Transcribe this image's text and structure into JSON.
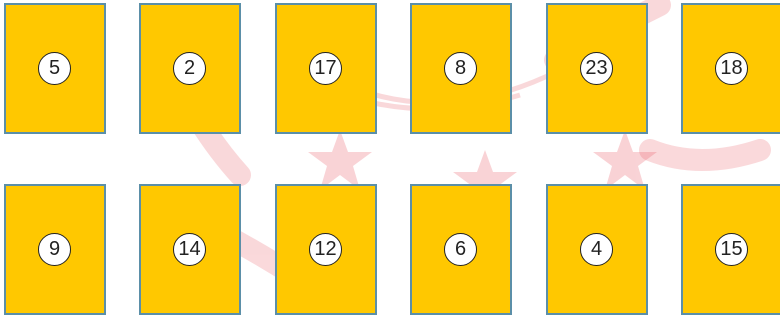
{
  "colors": {
    "card_fill": "#FFC800",
    "card_border": "#5B8FA8",
    "badge_fill": "#FFFFFF",
    "badge_text": "#222222",
    "watermark": "#E8505B"
  },
  "watermark": {
    "icon": "red-seal-watermark-icon"
  },
  "rows": [
    {
      "cards": [
        {
          "number": "5"
        },
        {
          "number": "2"
        },
        {
          "number": "17"
        },
        {
          "number": "8"
        },
        {
          "number": "23"
        },
        {
          "number": "18"
        }
      ]
    },
    {
      "cards": [
        {
          "number": "9"
        },
        {
          "number": "14"
        },
        {
          "number": "12"
        },
        {
          "number": "6"
        },
        {
          "number": "4"
        },
        {
          "number": "15"
        }
      ]
    }
  ]
}
